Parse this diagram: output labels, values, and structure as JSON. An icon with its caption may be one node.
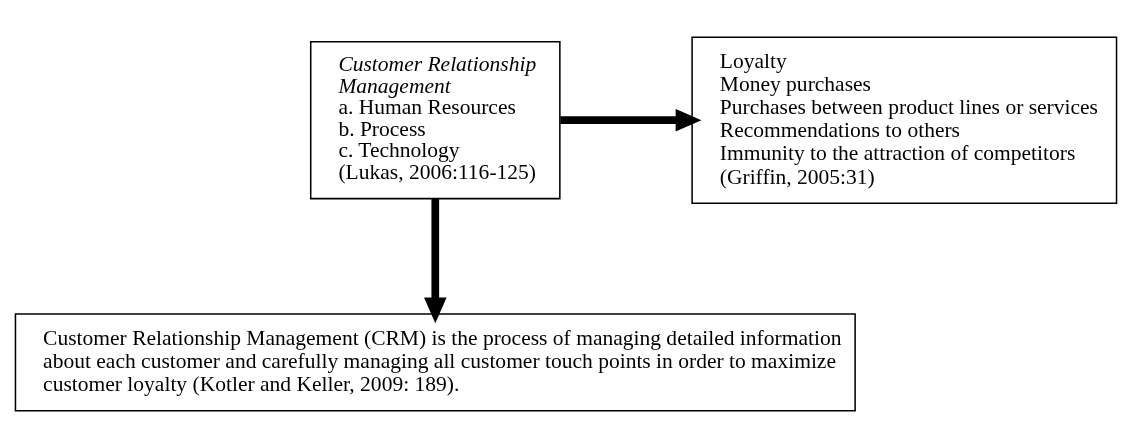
{
  "diagram": {
    "nodes": [
      {
        "text": [
          "Customer Relationship Management",
          "a. Human Resources",
          "b. Process",
          "c. Technology",
          "(Lukas, 2006:116-125)"
        ]
      },
      {
        "text": [
          "Loyalty",
          "Money purchases",
          "Purchases between product lines or services",
          "Recommendations to others",
          "Immunity to the attraction of competitors",
          "(Griffin, 2005:31)"
        ]
      },
      {
        "text": [
          "Customer Relationship Management (CRM) is the process of managing detailed information about each customer and carefully managing all customer touch points in order to maximize customer loyalty (Kotler and Keller, 2009: 189)."
        ]
      }
    ],
    "edges": [
      {
        "from": 0,
        "to": 1,
        "arrow": "to"
      },
      {
        "from": 0,
        "to": 2,
        "arrow": "to"
      }
    ]
  }
}
